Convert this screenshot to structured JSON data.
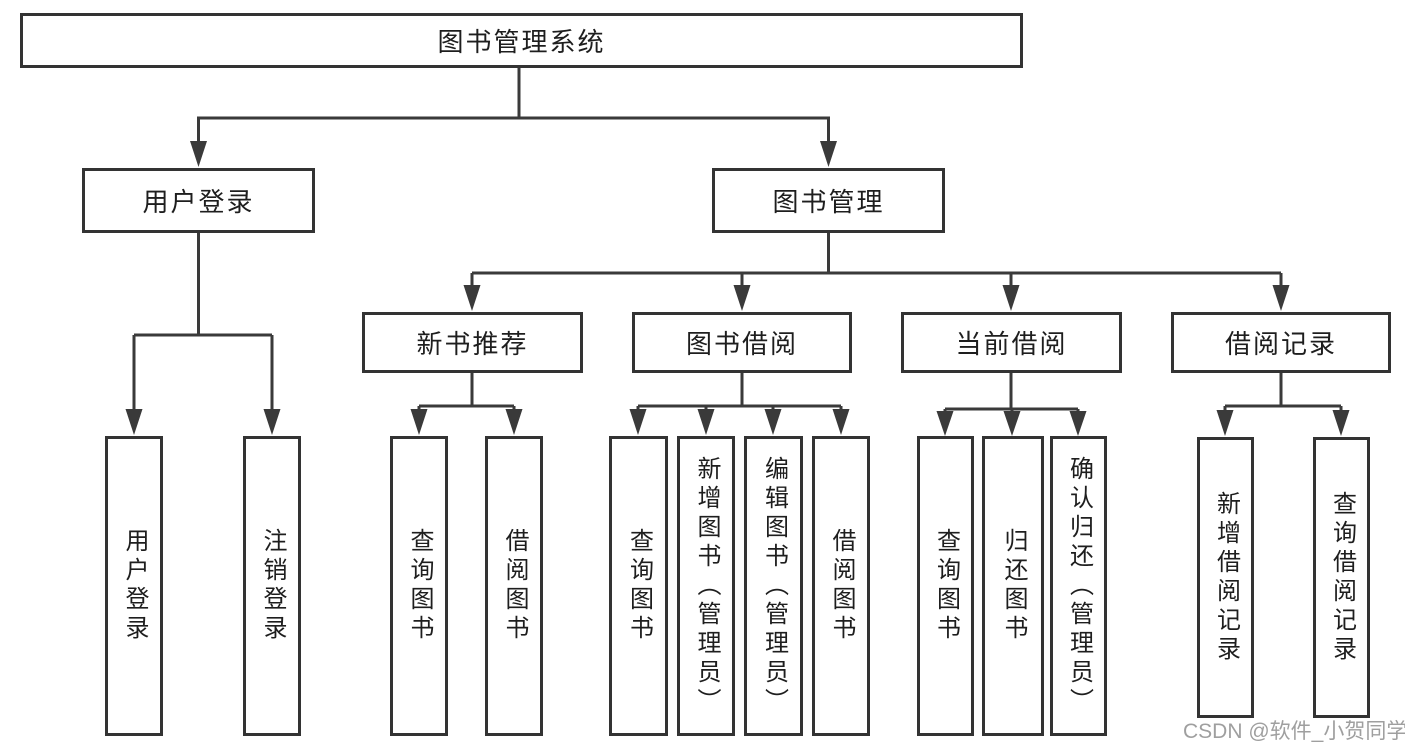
{
  "diagram": {
    "tree": {
      "label": "图书管理系统",
      "children": [
        {
          "label": "用户登录",
          "children": [
            {
              "label": "用户登录"
            },
            {
              "label": "注销登录"
            }
          ]
        },
        {
          "label": "图书管理",
          "children": [
            {
              "label": "新书推荐",
              "children": [
                {
                  "label": "查询图书"
                },
                {
                  "label": "借阅图书"
                }
              ]
            },
            {
              "label": "图书借阅",
              "children": [
                {
                  "label": "查询图书"
                },
                {
                  "label": "新增图书（管理员）"
                },
                {
                  "label": "编辑图书（管理员）"
                },
                {
                  "label": "借阅图书"
                }
              ]
            },
            {
              "label": "当前借阅",
              "children": [
                {
                  "label": "查询图书"
                },
                {
                  "label": "归还图书"
                },
                {
                  "label": "确认归还（管理员）"
                }
              ]
            },
            {
              "label": "借阅记录",
              "children": [
                {
                  "label": "新增借阅记录"
                },
                {
                  "label": "查询借阅记录"
                }
              ]
            }
          ]
        }
      ]
    }
  },
  "watermark": {
    "text": "CSDN @软件_小贺同学",
    "color": "#9f9f9f"
  },
  "colors": {
    "line": "#3a3a3a",
    "box_border": "#333333",
    "box_fill": "#ffffff",
    "text": "#1e1e1e",
    "background": "#ffffff"
  }
}
